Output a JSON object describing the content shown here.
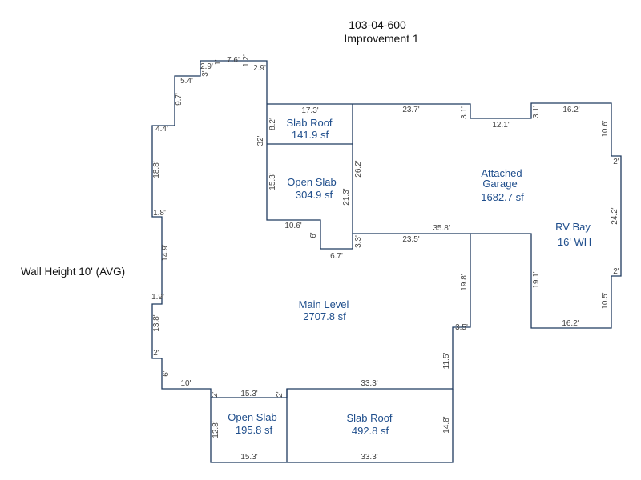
{
  "header": {
    "parcel_id": "103-04-600",
    "improvement": "Improvement 1"
  },
  "wall_height_note": "Wall Height 10' (AVG)",
  "colors": {
    "wall": "#1f3a5f",
    "area_label": "#1f4e8c",
    "dimension_text": "#444444"
  },
  "areas": {
    "slab_roof_upper": {
      "name": "Slab Roof",
      "size": "141.9 sf"
    },
    "open_slab_upper": {
      "name": "Open Slab",
      "size": "304.9 sf"
    },
    "garage": {
      "name_line1": "Attached",
      "name_line2": "Garage",
      "size": "1682.7 sf"
    },
    "rv_bay": {
      "name": "RV Bay",
      "size": "16' WH"
    },
    "main_level": {
      "name": "Main Level",
      "size": "2707.8 sf"
    },
    "open_slab_lower": {
      "name": "Open Slab",
      "size": "195.8 sf"
    },
    "slab_roof_lower": {
      "name": "Slab Roof",
      "size": "492.8 sf"
    }
  },
  "dimensions": {
    "d_7_6": "7.6'",
    "d_1_top": "1'",
    "d_1_2": "1.2'",
    "d_2_9_left": "2.9'",
    "d_3": "3'",
    "d_2_9_right": "2.9'",
    "d_5_4": "5.4'",
    "d_9_7": "9.7'",
    "d_4_4": "4.4'",
    "d_18_8": "18.8'",
    "d_1_8": "1.8'",
    "d_14_9": "14.9'",
    "d_1_9": "1.9'",
    "d_13_8": "13.8'",
    "d_2_left": "2'",
    "d_6_left": "6'",
    "d_10": "10'",
    "d_32": "32'",
    "d_17_3": "17.3'",
    "d_8_2": "8.2'",
    "d_15_3_vert": "15.3'",
    "d_26_2": "26.2'",
    "d_21_3": "21.3'",
    "d_10_6_lower": "10.6'",
    "d_6_mid": "6'",
    "d_6_7": "6.7'",
    "d_3_3": "3.3'",
    "d_23_7": "23.7'",
    "d_3_1_left": "3.1'",
    "d_12_1": "12.1'",
    "d_3_1_right": "3.1'",
    "d_16_2_top": "16.2'",
    "d_10_6_right": "10.6'",
    "d_2_right_top": "2'",
    "d_24_2": "24.2'",
    "d_2_right_bottom": "2'",
    "d_10_5": "10.5'",
    "d_16_2_bottom": "16.2'",
    "d_19_1": "19.1'",
    "d_35_8": "35.8'",
    "d_23_5": "23.5'",
    "d_19_8": "19.8'",
    "d_3_5": "3.5'",
    "d_11_5": "11.5'",
    "d_33_3_top": "33.3'",
    "d_14_8": "14.8'",
    "d_33_3_bottom": "33.3'",
    "d_15_3_top": "15.3'",
    "d_2_open_left": "2'",
    "d_2_open_right": "2'",
    "d_12_8": "12.8'",
    "d_15_3_bottom": "15.3'"
  }
}
